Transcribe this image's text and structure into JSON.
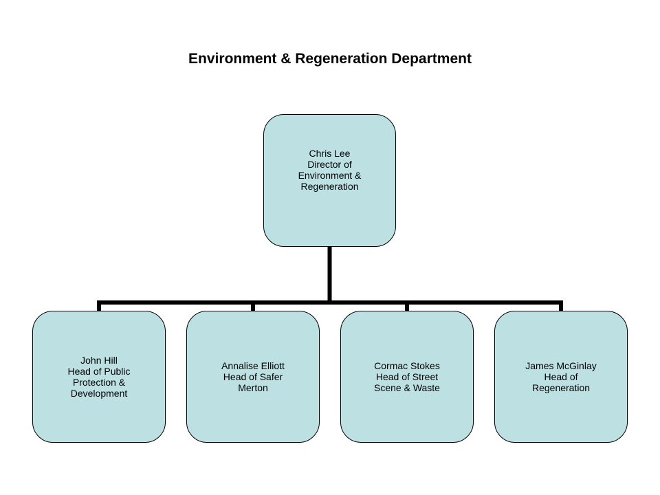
{
  "title": "Environment & Regeneration Department",
  "colors": {
    "node_fill": "#bde0e3",
    "node_border": "#000000",
    "connector": "#000000"
  },
  "root": {
    "lines": [
      "Chris Lee",
      "Director of",
      "Environment &",
      "Regeneration"
    ]
  },
  "children": [
    {
      "lines": [
        "John Hill",
        "Head of Public",
        "Protection &",
        "Development"
      ]
    },
    {
      "lines": [
        "Annalise Elliott",
        "Head of Safer",
        "Merton"
      ]
    },
    {
      "lines": [
        "Cormac Stokes",
        "Head of Street",
        "Scene & Waste"
      ]
    },
    {
      "lines": [
        "James McGinlay",
        "Head of",
        "Regeneration"
      ]
    }
  ]
}
